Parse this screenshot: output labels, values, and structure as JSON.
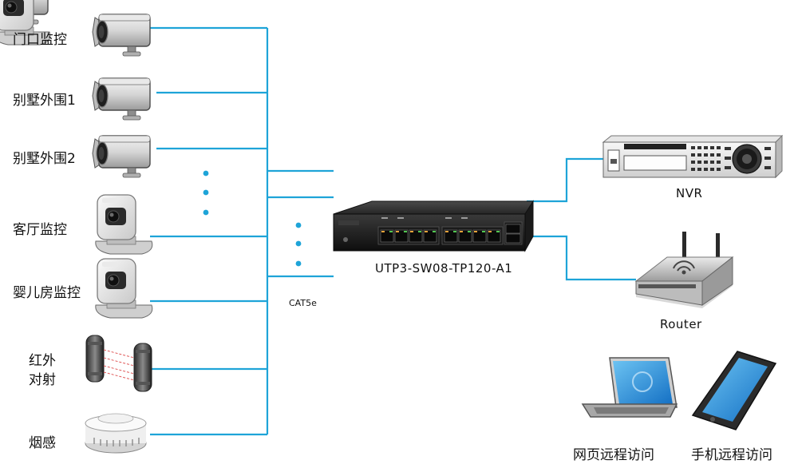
{
  "devices_left": {
    "door_camera": "门口监控",
    "villa_perimeter_1": "别墅外围1",
    "villa_perimeter_2": "别墅外围2",
    "living_room_camera": "客厅监控",
    "nursery_camera": "婴儿房监控",
    "infrared_beam": "红外\n对射",
    "infrared_line1": "红外",
    "infrared_line2": "对射",
    "smoke_detector": "烟感"
  },
  "cable_label": "CAT5e",
  "switch_model": "UTP3-SW08-TP120-A1",
  "devices_right": {
    "nvr": "NVR",
    "router": "Router",
    "web_access": "网页远程访问",
    "mobile_access": "手机远程访问"
  },
  "colors": {
    "wire": "#1ea4d8",
    "port_amber": "#e8a23a",
    "screen_blue": "#1f86d8"
  },
  "icons": [
    "bullet-camera-icon",
    "dome-camera-icon",
    "infrared-beam-icon",
    "smoke-detector-icon",
    "poe-switch-icon",
    "nvr-icon",
    "router-icon",
    "laptop-icon",
    "smartphone-icon"
  ]
}
